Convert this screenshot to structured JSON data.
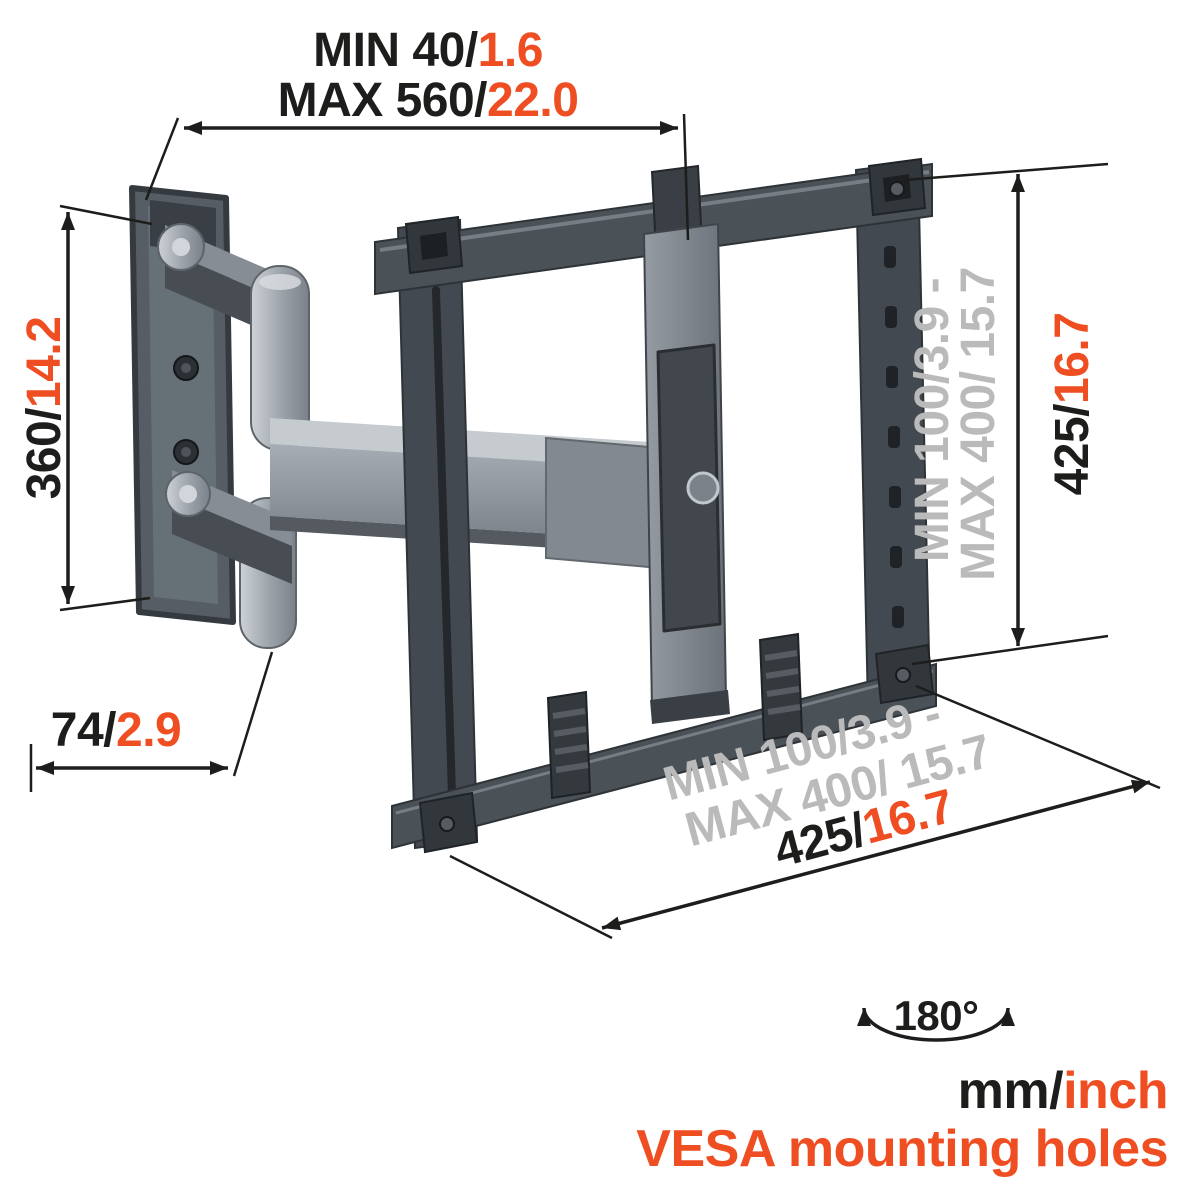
{
  "colors": {
    "ink": "#1d1d1b",
    "accent": "#ef4e22",
    "muted": "#bababa",
    "frame_dark": "#434950",
    "arm_silver": "#9aa1a8"
  },
  "dims": {
    "depth_min": {
      "mm": "MIN 40/",
      "inch": "1.6"
    },
    "depth_max": {
      "mm": "MAX 560/",
      "inch": "22.0"
    },
    "height": {
      "mm": "360/",
      "inch": "14.2"
    },
    "wall_distance": {
      "mm": "74/",
      "inch": "2.9"
    },
    "vesa_height": {
      "mm": "425/",
      "inch": "16.7"
    },
    "vesa_width": {
      "mm": "425/",
      "inch": "16.7"
    },
    "vesa_range": {
      "min": "MIN 100/3.9 -",
      "max": "MAX 400/ 15.7"
    }
  },
  "legend": {
    "rotation": "180°",
    "units_mm": "mm/",
    "units_inch": "inch",
    "footnote": "VESA mounting holes"
  }
}
